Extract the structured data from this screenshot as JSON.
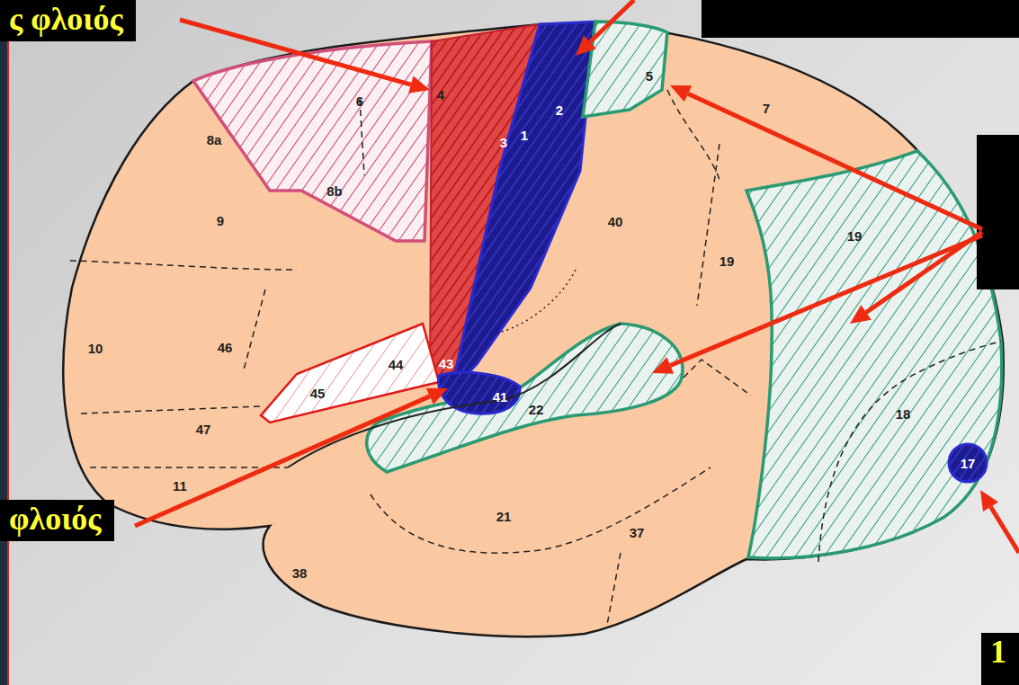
{
  "diagram": {
    "nodes": [
      {
        "text": [
          "ς φλοιός"
        ]
      },
      {
        "text": [
          "φλοιός"
        ]
      },
      {
        "text": [
          "1"
        ]
      }
    ],
    "labels": [
      "8a",
      "6",
      "4",
      "3",
      "1",
      "2",
      "5",
      "7",
      "9",
      "8b",
      "40",
      "19",
      "10",
      "46",
      "45",
      "44",
      "43",
      "41",
      "22",
      "47",
      "11",
      "21",
      "37",
      "38",
      "19",
      "18",
      "17"
    ]
  }
}
